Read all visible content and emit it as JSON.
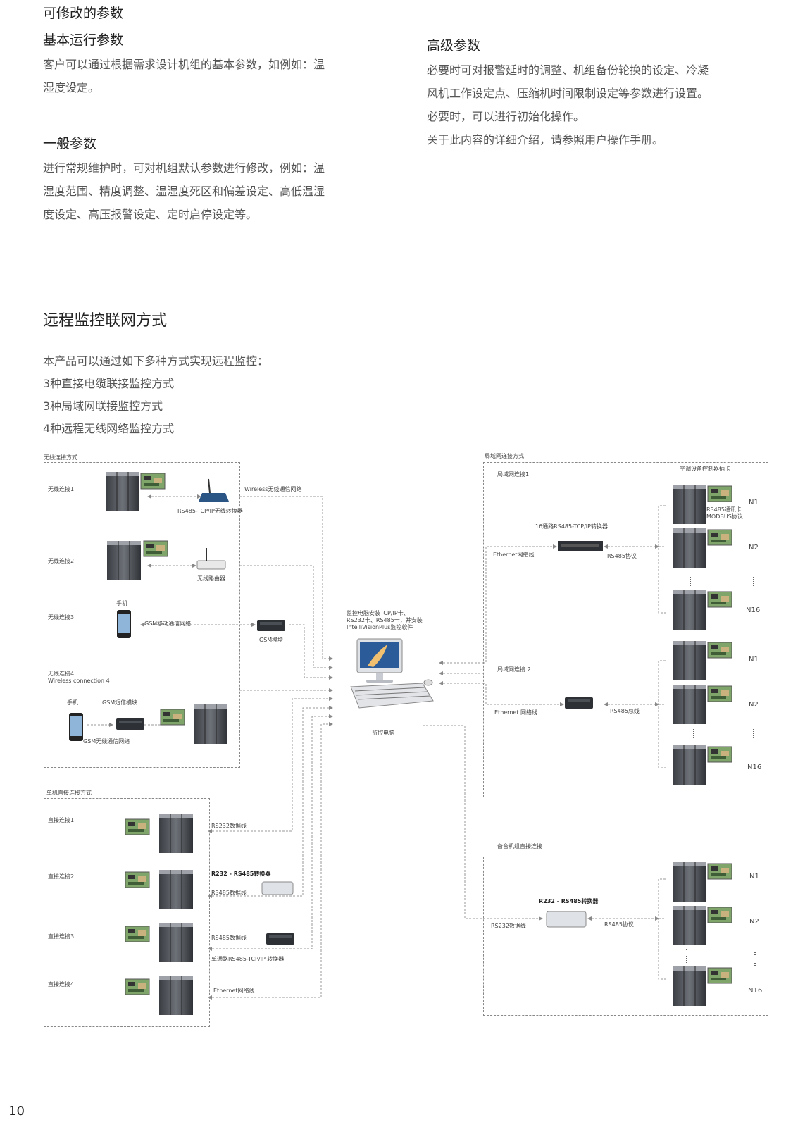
{
  "params": {
    "section_title": "可修改的参数",
    "basic": {
      "title": "基本运行参数",
      "body": [
        "客户可以通过根据需求设计机组的基本参数，如例如：温",
        "湿度设定。"
      ]
    },
    "general": {
      "title": "一般参数",
      "body": [
        "进行常规维护时，可对机组默认参数进行修改，例如：温",
        "湿度范围、精度调整、温湿度死区和偏差设定、高低温湿",
        "度设定、高压报警设定、定时启停设定等。"
      ]
    },
    "advanced": {
      "title": "高级参数",
      "body": [
        "必要时可对报警延时的调整、机组备份轮换的设定、冷凝",
        "风机工作设定点、压缩机时间限制设定等参数进行设置。",
        "必要时，可以进行初始化操作。",
        "关于此内容的详细介绍，请参照用户操作手册。"
      ]
    }
  },
  "remote": {
    "title": "远程监控联网方式",
    "lines": [
      "本产品可以通过如下多种方式实现远程监控：",
      "3种直接电缆联接监控方式",
      "3种局域网联接监控方式",
      "4种远程无线网络监控方式"
    ]
  },
  "diagram": {
    "wireless": {
      "title": "无线连接方式",
      "c1": "无线连接1",
      "c1_net": "Wireless无线通信网络",
      "c1_dev": "RS485-TCP/IP无线转换器",
      "c2": "无线连接2",
      "c2_dev": "无线路由器",
      "c3": "无线连接3",
      "c3_phone": "手机",
      "c3_net": "GSM移动通信网络",
      "c3_dev": "GSM模块",
      "c4": "无线连接4",
      "c4_en": "Wireless connection 4",
      "c4_phone": "手机",
      "c4_mod": "GSM短信模块",
      "c4_net": "GSM无线通信网络"
    },
    "center": {
      "note": [
        "监控电脑安装TCP/IP卡、",
        "RS232卡、RS485卡，并安装",
        "IntelliVisionPlus监控软件"
      ],
      "label": "监控电脑"
    },
    "lan": {
      "title": "局域网连接方式",
      "l1": "局域网连接1",
      "card": "空调设备控制器插卡",
      "card_note": [
        "RS485通讯卡",
        "MODBUS协议"
      ],
      "conv16": "16通路RS485-TCP/IP转换器",
      "eth": "Ethernet网络线",
      "rs485": "RS485协议",
      "l2": "局域网连接 2",
      "eth2": "Ethernet 网络线",
      "rs485b": "RS485总线"
    },
    "direct": {
      "title": "单机直接连接方式",
      "d1": "直接连接1",
      "d1_line": "RS232数据线",
      "d2": "直接连接2",
      "d2_conv": "R232 - RS485转换器",
      "d2_line": "RS485数据线",
      "d3": "直接连接3",
      "d3_line": "RS485数据线",
      "d3_conv": "单通路RS485-TCP/IP 转换器",
      "d4": "直接连接4",
      "d4_line": "Ethernet网络线"
    },
    "backup": {
      "title": "备台机组直接连接",
      "conv": "R232 - RS485转换器",
      "l232": "RS232数据线",
      "l485": "RS485协议"
    },
    "units": {
      "n1": "N1",
      "n2": "N2",
      "n16": "N16"
    }
  },
  "page_number": "10"
}
